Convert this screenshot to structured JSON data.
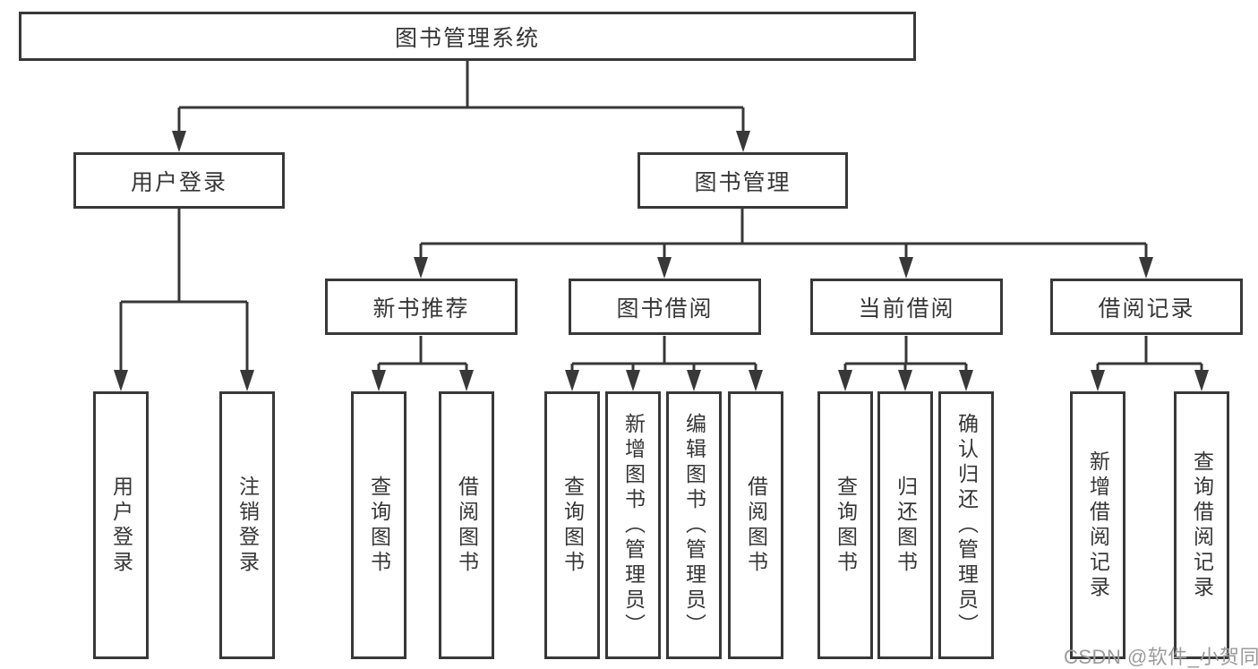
{
  "colors": {
    "line": "#383838",
    "box_border": "#383838",
    "text": "#363636",
    "watermark_text": "#9b9b9b",
    "background": "#ffffff"
  },
  "root": {
    "label": "图书管理系统"
  },
  "branches": {
    "user_login": {
      "label": "用户登录",
      "children": [
        "用户登录",
        "注销登录"
      ]
    },
    "book_mgmt": {
      "label": "图书管理",
      "sections": {
        "new_book": {
          "label": "新书推荐",
          "children": [
            "查询图书",
            "借阅图书"
          ]
        },
        "borrow": {
          "label": "图书借阅",
          "children": [
            "查询图书",
            "新增图书（管理员）",
            "编辑图书（管理员）",
            "借阅图书"
          ]
        },
        "current": {
          "label": "当前借阅",
          "children": [
            "查询图书",
            "归还图书",
            "确认归还（管理员）"
          ]
        },
        "records": {
          "label": "借阅记录",
          "children": [
            "新增借阅记录",
            "查询借阅记录"
          ]
        }
      }
    }
  },
  "watermark": {
    "label": "CSDN @软件_小贺同学"
  }
}
